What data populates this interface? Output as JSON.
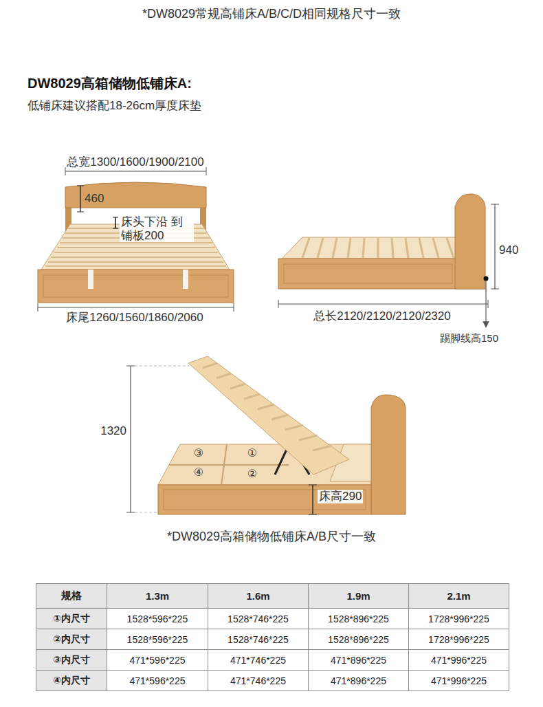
{
  "diagram": {
    "title": "DW8029高箱储物低铺床A:",
    "caption": "*DW8029高箱储物低铺床A/B尺寸一致",
    "labels": [
      "*DW8029常规高铺床A/B/C/D相同规格尺寸一致",
      "低铺床建议搭配18-26cm厚度床垫",
      "总宽1300/1600/1900/2100",
      "460",
      "床头下沿 到铺板200",
      "床尾1260/1560/1860/2060",
      "940",
      "总长2120/2120/2120/2320",
      "踢脚线高150",
      "1320",
      "③",
      "①",
      "④",
      "②",
      "床高290",
      "规格",
      "1.3m",
      "1.6m",
      "1.9m",
      "2.1m",
      "①内尺寸",
      "1528*596*225",
      "1528*746*225",
      "1528*896*225",
      "1728*996*225",
      "②内尺寸",
      "1528*596*225",
      "1528*746*225",
      "1528*896*225",
      "1728*996*225",
      "③内尺寸",
      "471*596*225",
      "471*746*225",
      "471*896*225",
      "471*996*225",
      "④内尺寸",
      "471*596*225",
      "471*746*225",
      "471*896*225",
      "471*996*225"
    ]
  }
}
